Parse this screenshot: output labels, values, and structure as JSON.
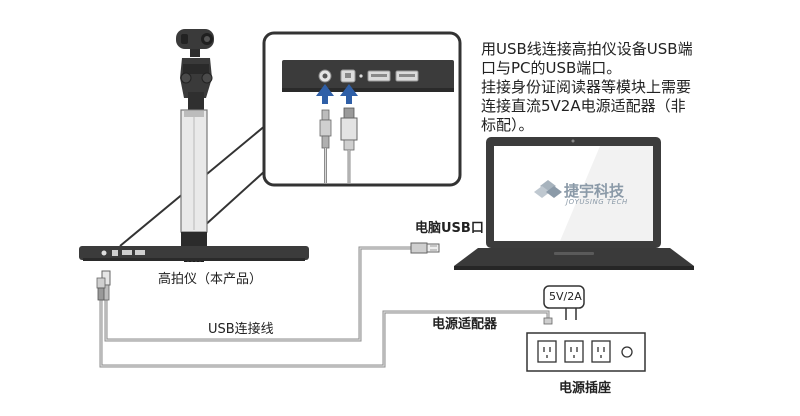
{
  "instructions": {
    "line1": "用USB线连接高拍仪设备USB端",
    "line2": "口与PC的USB端口。",
    "line3": "挂接身份证阅读器等模块上需要",
    "line4": "连接直流5V2A电源适配器（非",
    "line5": "标配）。"
  },
  "labels": {
    "device": "高拍仪（本产品）",
    "usb_cable": "USB连接线",
    "pc_usb_port": "电脑USB口",
    "power_adapter": "电源适配器",
    "power_strip": "电源插座",
    "adapter_rating": "5V/2A"
  },
  "laptop_screen": {
    "brand_name": "捷宇科技",
    "brand_sub": "JOYUSING TECH"
  },
  "colors": {
    "arrow": "#2f5fa7",
    "device_body": "#3b3b3b",
    "cable": "#9a9a9a"
  }
}
